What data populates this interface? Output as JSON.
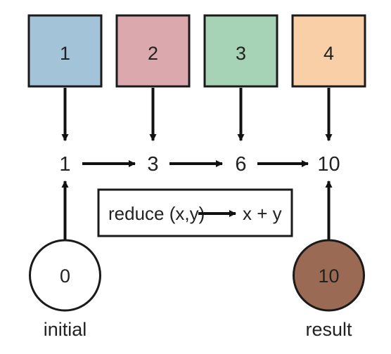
{
  "boxes": [
    {
      "label": "1",
      "color": "#a3c3d9"
    },
    {
      "label": "2",
      "color": "#dba8ad"
    },
    {
      "label": "3",
      "color": "#a6d3b6"
    },
    {
      "label": "4",
      "color": "#f8cfa6"
    }
  ],
  "sums": [
    "1",
    "3",
    "6",
    "10"
  ],
  "initial": {
    "value": "0",
    "caption": "initial",
    "color": "#ffffff"
  },
  "result": {
    "value": "10",
    "caption": "result",
    "color": "#9a6a54"
  },
  "formula": {
    "left": "reduce (x,y)",
    "right": "x + y"
  }
}
